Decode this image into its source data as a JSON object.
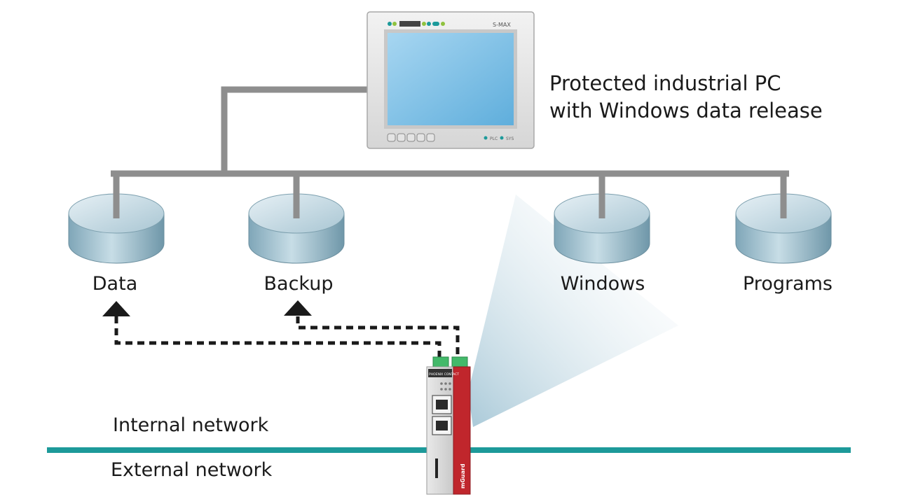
{
  "pc": {
    "caption_line1": "Protected industrial PC",
    "caption_line2": "with Windows data release",
    "model_label": "S-MAX",
    "led_labels": [
      "PLC",
      "SYS"
    ]
  },
  "drives": [
    {
      "label": "Data"
    },
    {
      "label": "Backup"
    },
    {
      "label": "Windows"
    },
    {
      "label": "Programs"
    }
  ],
  "networks": {
    "internal_label": "Internal network",
    "external_label": "External network"
  },
  "device": {
    "brand_label": "PHOENIX CONTACT",
    "product_label": "mGuard"
  },
  "colors": {
    "cable": "#8e8e8e",
    "network_line": "#1d9a9a",
    "device_red": "#c0262c",
    "drive_body": "#a9c6d3",
    "screen": "#7ec0e6",
    "beam": "#b7d2df"
  }
}
